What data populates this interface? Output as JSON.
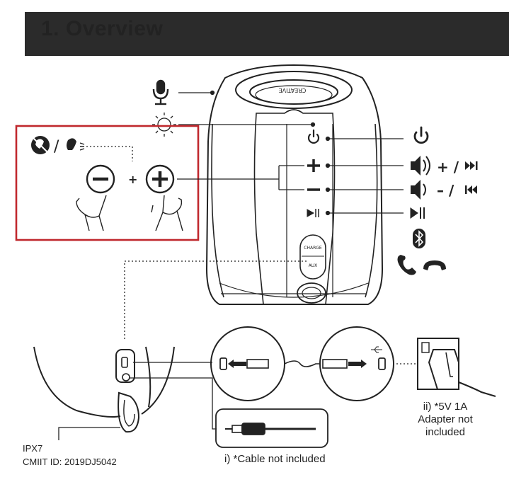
{
  "header": {
    "title": "1. Overview"
  },
  "speaker": {
    "brand_text": "CREATIVE",
    "port_labels": {
      "charge": "CHARGE",
      "aux": "AUX"
    }
  },
  "controls": {
    "power": {
      "icon": "power-icon"
    },
    "volume_up": {
      "icon": "plus-icon",
      "action": "+ /",
      "action_icon": "next-track-icon"
    },
    "volume_down": {
      "icon": "minus-icon",
      "action": "– /",
      "action_icon": "previous-track-icon"
    },
    "play_pause": {
      "icon": "play-pause-icon",
      "action_icon": "play-pause-icon"
    },
    "bluetooth": {
      "icon": "bluetooth-icon"
    },
    "call": {
      "icons": [
        "phone-answer-icon",
        "phone-hangup-icon"
      ]
    }
  },
  "mute_callout": {
    "separator": "/",
    "plus_join": "+"
  },
  "labels": {
    "ipx": "IPX7",
    "cmiit": "CMIIT ID: 2019DJ5042",
    "cable_note": "i) *Cable not included",
    "adapter_note_line1": "ii) *5V 1A",
    "adapter_note_line2": "Adapter not",
    "adapter_note_line3": "included"
  },
  "colors": {
    "header_bg": "#2b2b2b",
    "highlight_box": "#c0282d",
    "ink": "#222222"
  }
}
